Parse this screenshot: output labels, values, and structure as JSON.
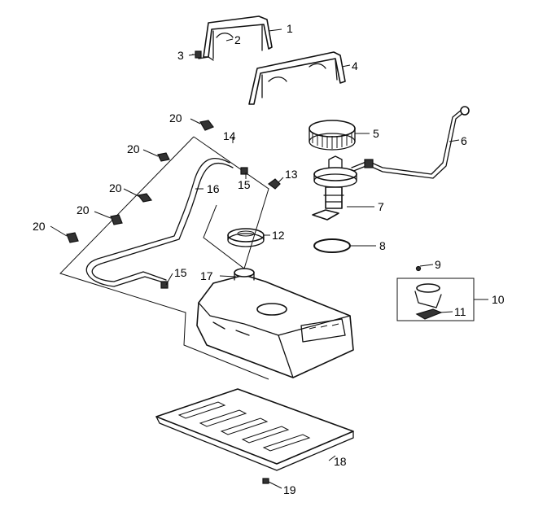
{
  "callouts": [
    "1",
    "2",
    "3",
    "4",
    "5",
    "6",
    "7",
    "8",
    "9",
    "10",
    "11",
    "12",
    "13",
    "14",
    "15",
    "15",
    "16",
    "17",
    "18",
    "19",
    "20",
    "20",
    "20",
    "20",
    "20"
  ]
}
